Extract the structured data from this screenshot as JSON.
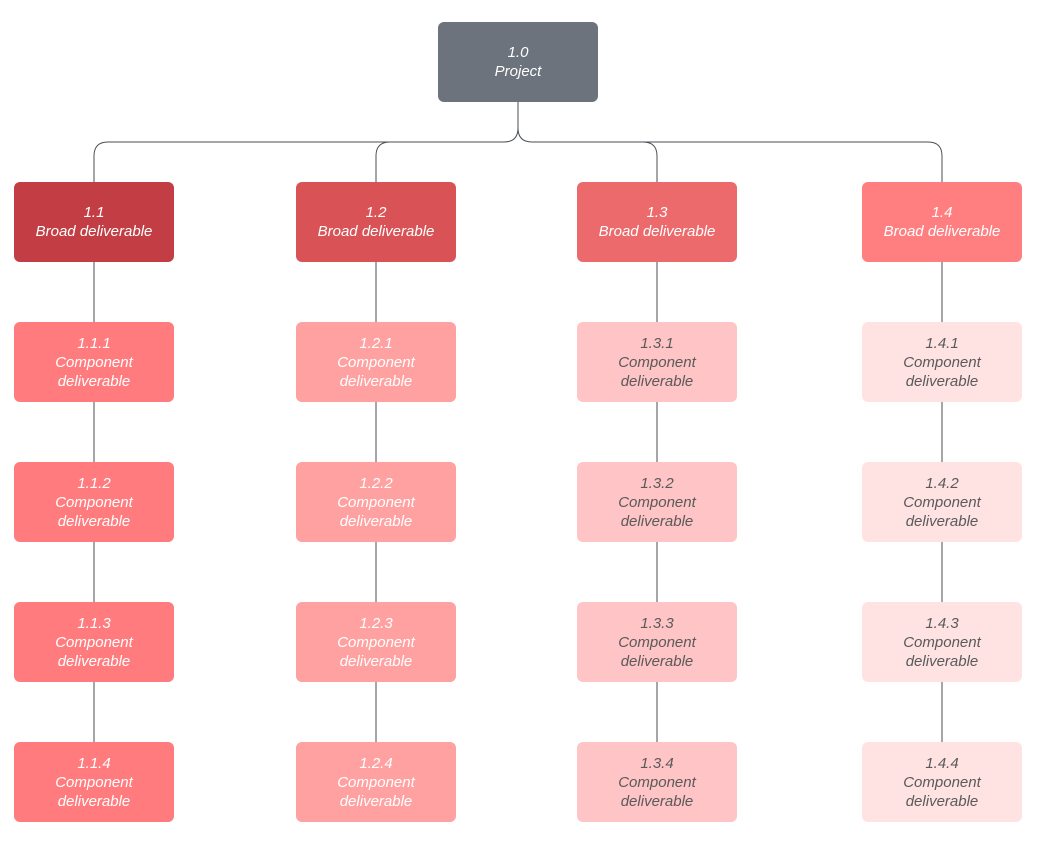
{
  "diagram": {
    "root": {
      "id": "1.0",
      "label": "Project",
      "color": "#6c737c"
    },
    "branches": [
      {
        "id": "1.1",
        "label": "Broad deliverable",
        "color": "#c33e44",
        "child_color": "#ff7b7e",
        "child_text": "light-on-dark",
        "children": [
          {
            "id": "1.1.1",
            "line1": "Component",
            "line2": "deliverable"
          },
          {
            "id": "1.1.2",
            "line1": "Component",
            "line2": "deliverable"
          },
          {
            "id": "1.1.3",
            "line1": "Component",
            "line2": "deliverable"
          },
          {
            "id": "1.1.4",
            "line1": "Component",
            "line2": "deliverable"
          }
        ]
      },
      {
        "id": "1.2",
        "label": "Broad deliverable",
        "color": "#d95255",
        "child_color": "#ffa0a1",
        "child_text": "light-on-dark",
        "children": [
          {
            "id": "1.2.1",
            "line1": "Component",
            "line2": "deliverable"
          },
          {
            "id": "1.2.2",
            "line1": "Component",
            "line2": "deliverable"
          },
          {
            "id": "1.2.3",
            "line1": "Component",
            "line2": "deliverable"
          },
          {
            "id": "1.2.4",
            "line1": "Component",
            "line2": "deliverable"
          }
        ]
      },
      {
        "id": "1.3",
        "label": "Broad deliverable",
        "color": "#ec6a6c",
        "child_color": "#ffc4c5",
        "child_text": "dark-on-light",
        "children": [
          {
            "id": "1.3.1",
            "line1": "Component",
            "line2": "deliverable"
          },
          {
            "id": "1.3.2",
            "line1": "Component",
            "line2": "deliverable"
          },
          {
            "id": "1.3.3",
            "line1": "Component",
            "line2": "deliverable"
          },
          {
            "id": "1.3.4",
            "line1": "Component",
            "line2": "deliverable"
          }
        ]
      },
      {
        "id": "1.4",
        "label": "Broad deliverable",
        "color": "#ff7e80",
        "child_color": "#ffe3e3",
        "child_text": "dark-on-light",
        "children": [
          {
            "id": "1.4.1",
            "line1": "Component",
            "line2": "deliverable"
          },
          {
            "id": "1.4.2",
            "line1": "Component",
            "line2": "deliverable"
          },
          {
            "id": "1.4.3",
            "line1": "Component",
            "line2": "deliverable"
          },
          {
            "id": "1.4.4",
            "line1": "Component",
            "line2": "deliverable"
          }
        ]
      }
    ]
  }
}
